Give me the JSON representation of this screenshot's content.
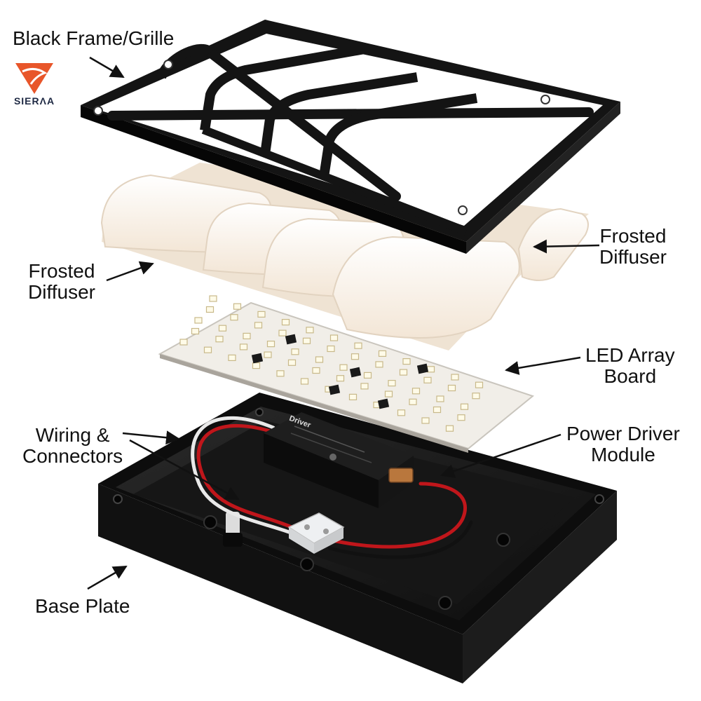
{
  "labels": {
    "frame": "Black Frame/Grille",
    "diffuser_right": [
      "Frosted",
      "Diffuser"
    ],
    "diffuser_left": [
      "Frosted",
      "Diffuser"
    ],
    "led_board": [
      "LED Array",
      "Board"
    ],
    "wiring": [
      "Wiring &",
      "Connectors"
    ],
    "driver": [
      "Power Driver",
      "Module"
    ],
    "base": "Base Plate"
  },
  "logo": {
    "wordmark": "SIERΛA"
  },
  "driver_box": {
    "brand_text": "Driver"
  },
  "colors": {
    "frame": "#141414",
    "diffuser": "#fbf3ea",
    "board": "#f1eee8",
    "base": "#1a1a1a",
    "wire_red": "#c0161b",
    "wire_white": "#e9e9e9",
    "logo_orange": "#e8562a"
  }
}
